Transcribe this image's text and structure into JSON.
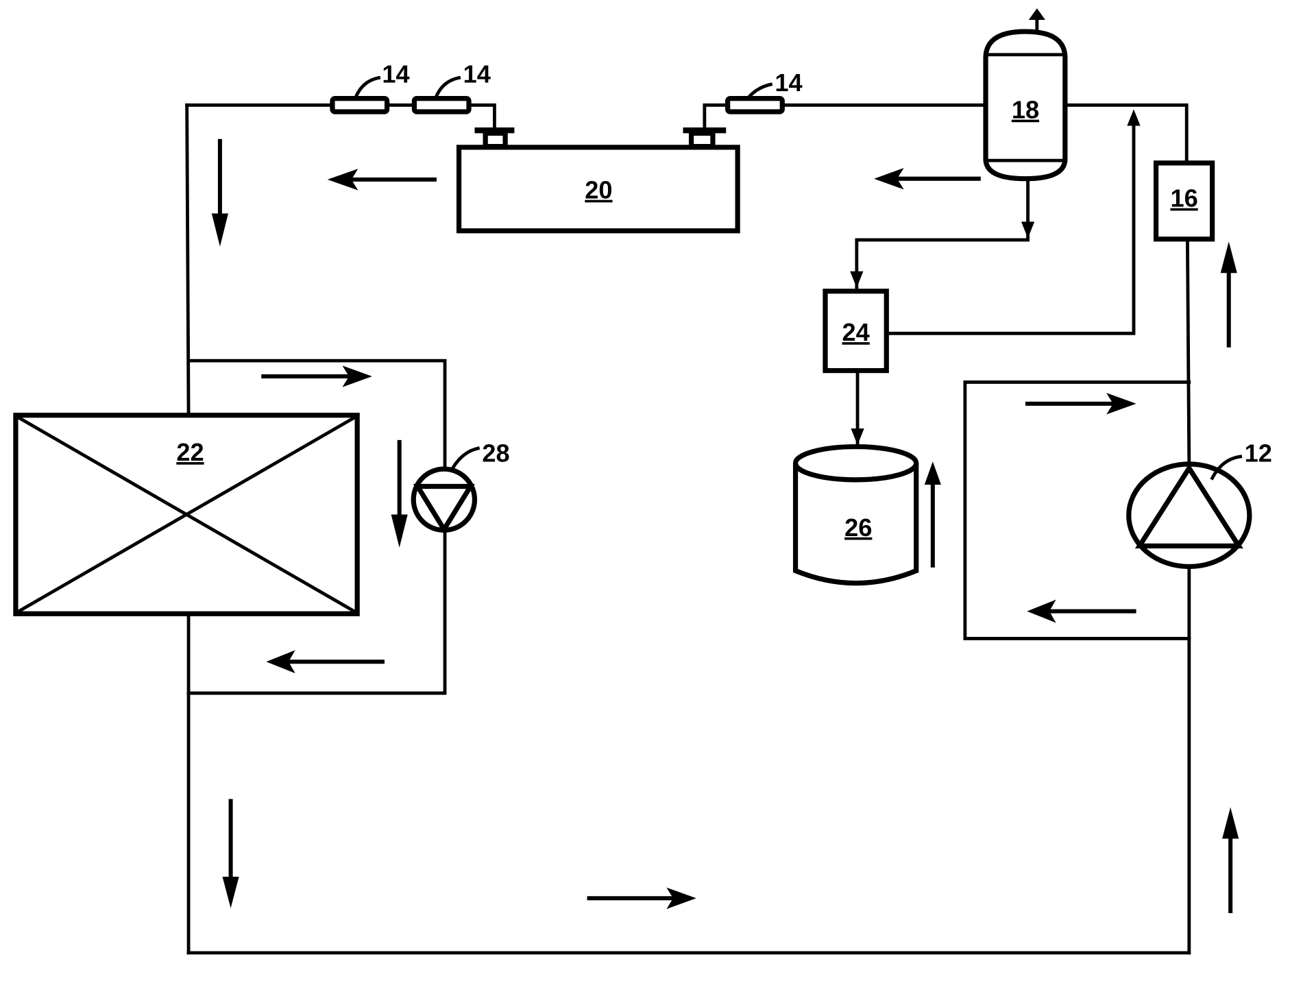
{
  "diagram": {
    "type": "process-flow-schematic",
    "components": [
      {
        "id": "12",
        "label": "12",
        "kind": "pump",
        "description": "Main circulation pump (triangle pointing up)"
      },
      {
        "id": "14a",
        "label": "14",
        "kind": "inline-element"
      },
      {
        "id": "14b",
        "label": "14",
        "kind": "inline-element"
      },
      {
        "id": "14c",
        "label": "14",
        "kind": "inline-element"
      },
      {
        "id": "16",
        "label": "16",
        "kind": "box"
      },
      {
        "id": "18",
        "label": "18",
        "kind": "vessel",
        "description": "Vertical vessel with vent at top"
      },
      {
        "id": "20",
        "label": "20",
        "kind": "box",
        "description": "Horizontal unit with two connection flanges"
      },
      {
        "id": "22",
        "label": "22",
        "kind": "heat-exchanger",
        "description": "Rectangle with X"
      },
      {
        "id": "24",
        "label": "24",
        "kind": "box"
      },
      {
        "id": "26",
        "label": "26",
        "kind": "tank",
        "description": "Cylindrical tank"
      },
      {
        "id": "28",
        "label": "28",
        "kind": "pump",
        "description": "Secondary pump (triangle pointing down)"
      }
    ],
    "flow_arrows": [
      {
        "location": "top-left vertical line",
        "direction": "down"
      },
      {
        "location": "left of unit 20",
        "direction": "left"
      },
      {
        "location": "left of vessel 18",
        "direction": "left"
      },
      {
        "location": "right of 16",
        "direction": "up"
      },
      {
        "location": "line from 24 to main line",
        "direction": "up"
      },
      {
        "location": "22 loop top",
        "direction": "right"
      },
      {
        "location": "22 loop right near 28",
        "direction": "down"
      },
      {
        "location": "22 loop bottom",
        "direction": "left"
      },
      {
        "location": "right of tank 26",
        "direction": "up"
      },
      {
        "location": "pump 12 loop top",
        "direction": "right"
      },
      {
        "location": "pump 12 loop bottom",
        "direction": "left"
      },
      {
        "location": "bottom-left vertical line",
        "direction": "down"
      },
      {
        "location": "bottom horizontal line",
        "direction": "right"
      },
      {
        "location": "bottom-right vertical line",
        "direction": "up"
      }
    ]
  },
  "labels": {
    "l12": "12",
    "l14a": "14",
    "l14b": "14",
    "l14c": "14",
    "l16": "16",
    "l18": "18",
    "l20": "20",
    "l22": "22",
    "l24": "24",
    "l26": "26",
    "l28": "28"
  }
}
